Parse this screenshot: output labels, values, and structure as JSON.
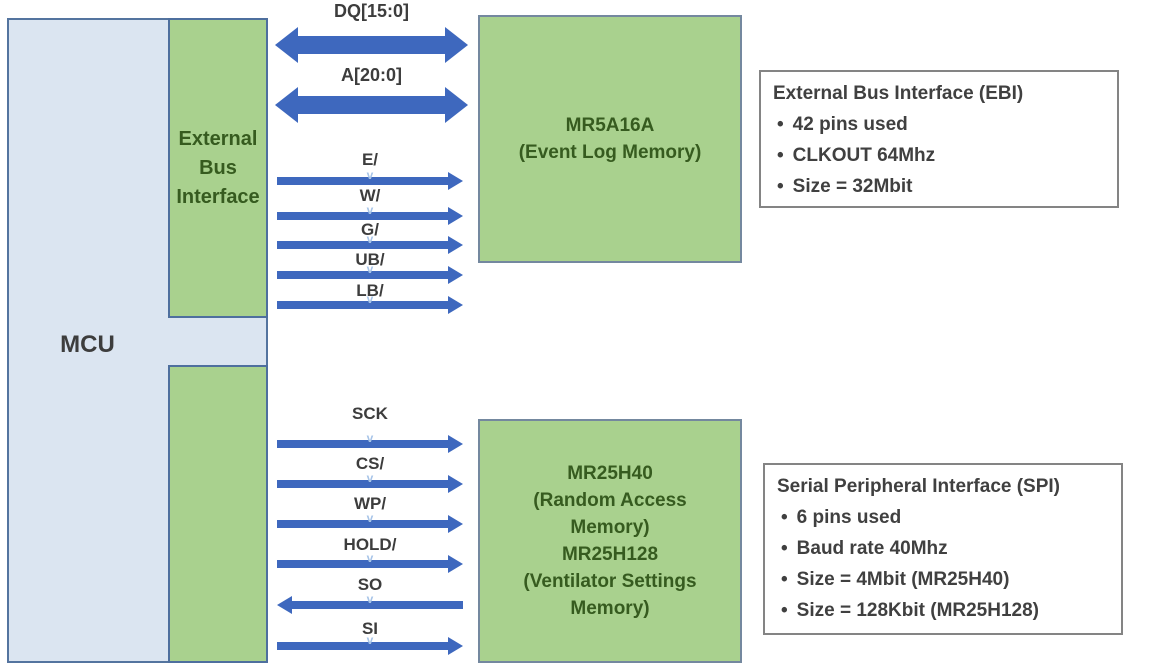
{
  "blocks": {
    "mcu": "MCU",
    "ebi_interface_lines": [
      "External",
      "Bus",
      "Interface"
    ],
    "event_log_memory": [
      "MR5A16A",
      "(Event Log Memory)"
    ],
    "settings_memory": [
      "MR25H40",
      "(Random Access",
      "Memory)",
      "MR25H128",
      "(Ventilator Settings",
      "Memory)"
    ]
  },
  "ebi_signals": [
    {
      "label": "DQ[15:0]",
      "direction": "bidirectional"
    },
    {
      "label": "A[20:0]",
      "direction": "bidirectional"
    },
    {
      "label": "E/",
      "direction": "mcu-to-memory"
    },
    {
      "label": "W/",
      "direction": "mcu-to-memory"
    },
    {
      "label": "G/",
      "direction": "mcu-to-memory"
    },
    {
      "label": "UB/",
      "direction": "mcu-to-memory"
    },
    {
      "label": "LB/",
      "direction": "mcu-to-memory"
    }
  ],
  "spi_signals": [
    {
      "label": "SCK",
      "direction": "mcu-to-memory"
    },
    {
      "label": "CS/",
      "direction": "mcu-to-memory"
    },
    {
      "label": "WP/",
      "direction": "mcu-to-memory"
    },
    {
      "label": "HOLD/",
      "direction": "mcu-to-memory"
    },
    {
      "label": "SO",
      "direction": "memory-to-mcu"
    },
    {
      "label": "SI",
      "direction": "mcu-to-memory"
    }
  ],
  "ebi_info": {
    "title": "External Bus Interface (EBI)",
    "bullets": [
      "42 pins used",
      "CLKOUT 64Mhz",
      "Size = 32Mbit"
    ]
  },
  "spi_info": {
    "title": "Serial Peripheral Interface (SPI)",
    "bullets": [
      "6 pins used",
      "Baud rate 40Mhz",
      "Size = 4Mbit (MR25H40)",
      "Size = 128Kbit (MR25H128)"
    ]
  },
  "colors": {
    "arrow_blue": "#3e68be",
    "block_green": "#a9d18e",
    "mcu_fill": "#dbe5f1",
    "green_text": "#365b1f",
    "label_text": "#3d3d3d"
  }
}
